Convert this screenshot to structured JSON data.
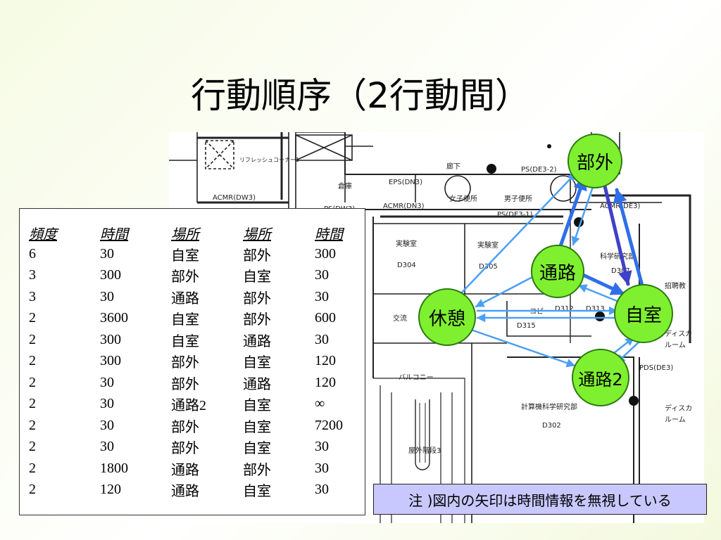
{
  "title": "行動順序（2行動間）",
  "floorplan_labels": {
    "acmr_dw3": "ACMR(DW3)",
    "acmr_dn3": "ACMR(DN3)",
    "ps_dw3": "PS(DW3)",
    "eps_dn3": "EPS(DN3)",
    "ps_de3": "PS(DE3-2)",
    "ps_de3_1": "PS(DE3-1)",
    "acmr_de3": "ACMR(DE3)",
    "jikken1": "実験室",
    "jikken2": "実験室",
    "d304": "D304",
    "d305": "D305",
    "d307": "D307",
    "d312": "D312",
    "d313": "D313",
    "d315": "D315",
    "d302": "D302",
    "koryu": "交流",
    "kagaku": "科学研究部",
    "keisan": "計算機科学研究部",
    "shoutai": "招聘教",
    "disk1": "ディスカ",
    "room1": "ルーム",
    "disk2": "ディスカ",
    "room2": "ルーム",
    "balcony": "バルコニー",
    "kaidan": "屋外階段3",
    "pds": "PDS(DE3)",
    "souko": "倉庫",
    "rouka": "廊下",
    "joshi": "女子便所",
    "danshi": "男子便所",
    "refresh": "リフレッシュコーナー1",
    "copy": "コピー"
  },
  "table": {
    "headers": [
      "頻度",
      "時間",
      "場所",
      "場所",
      "時間"
    ],
    "rows": [
      [
        "6",
        "30",
        "自室",
        "部外",
        "300"
      ],
      [
        "3",
        "300",
        "部外",
        "自室",
        "30"
      ],
      [
        "3",
        "30",
        "通路",
        "部外",
        "30"
      ],
      [
        "2",
        "3600",
        "自室",
        "部外",
        "600"
      ],
      [
        "2",
        "300",
        "自室",
        "通路",
        "30"
      ],
      [
        "2",
        "300",
        "部外",
        "自室",
        "120"
      ],
      [
        "2",
        "30",
        "部外",
        "通路",
        "120"
      ],
      [
        "2",
        "30",
        "通路2",
        "自室",
        "∞"
      ],
      [
        "2",
        "30",
        "部外",
        "自室",
        "7200"
      ],
      [
        "2",
        "30",
        "部外",
        "自室",
        "30"
      ],
      [
        "2",
        "1800",
        "通路",
        "部外",
        "30"
      ],
      [
        "2",
        "120",
        "通路",
        "自室",
        "30"
      ]
    ]
  },
  "nodes": {
    "bugai": "部外",
    "tsuro": "通路",
    "kyukei": "休憩",
    "jishitsu": "自室",
    "tsuro2": "通路2"
  },
  "note": "注 )図内の矢印は時間情報を無視している",
  "colors": {
    "node_fill": "#7ff030",
    "arrow_light": "#4a9ff5",
    "arrow_strong": "#2f6fe8",
    "arrow_dark": "#4040c8",
    "note_bg": "#c8c8ff"
  }
}
